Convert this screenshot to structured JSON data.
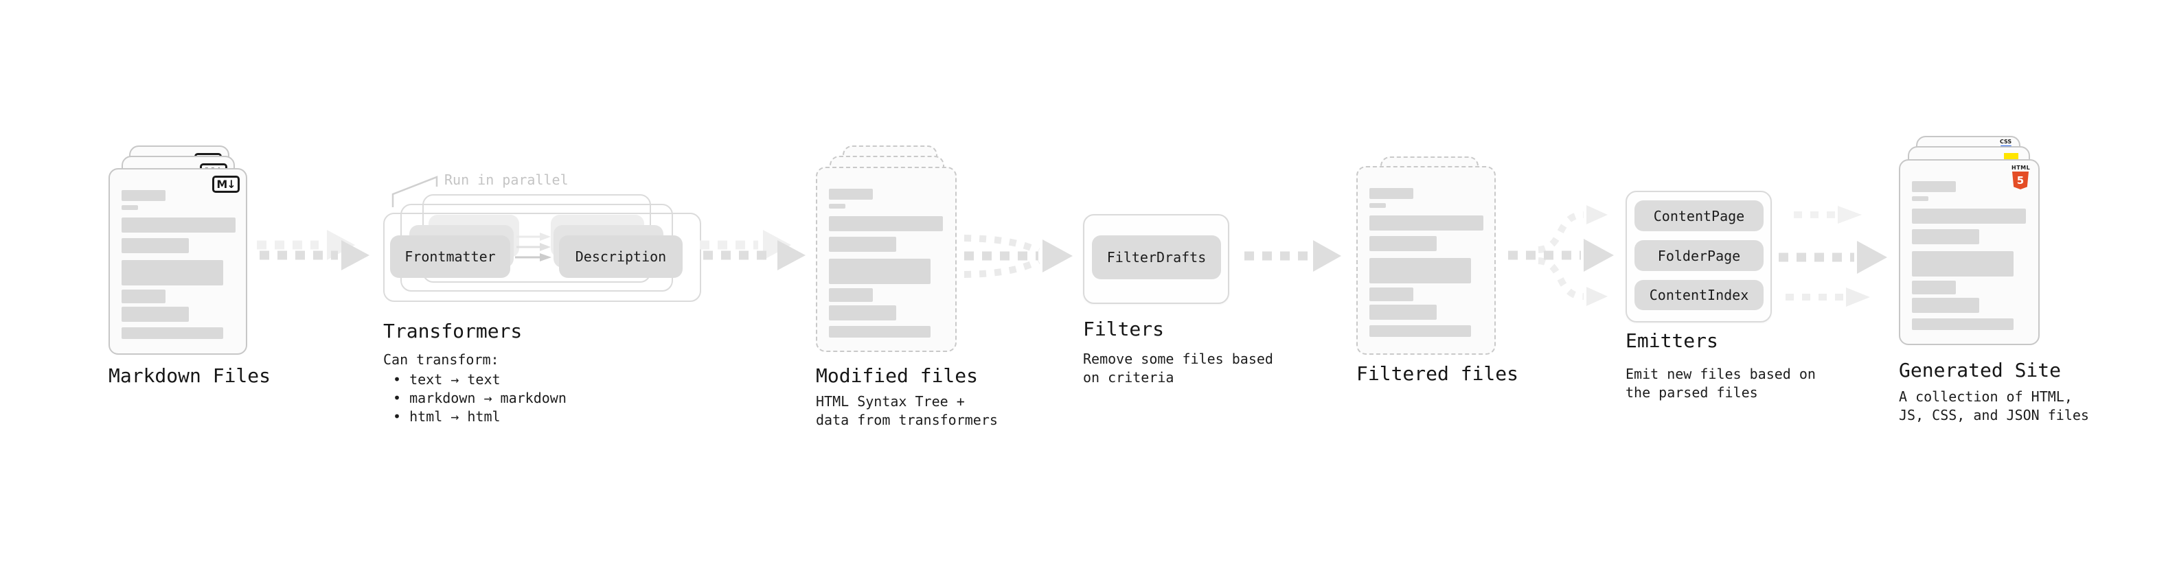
{
  "diagram": {
    "colors": {
      "text": "#1a1a1a",
      "muted_annotation": "#c4c4c4",
      "card_border": "#c9c9c9",
      "card_bg": "#fbfbfb",
      "skeleton_bar": "#d9d9d9",
      "pill_bg": "#dcdcdc",
      "box_border": "#dadada",
      "arrow": "#dedede",
      "arrow_faint": "#eeeeee",
      "html5_orange": "#e44d26",
      "js_yellow": "#ffe500",
      "css_blue": "#2563eb"
    },
    "stages": {
      "markdown_files": {
        "label": "Markdown Files",
        "badge": "M↓"
      },
      "transformers": {
        "label": "Transformers",
        "annotation": "Run in parallel",
        "pill_left": "Frontmatter",
        "pill_right": "Description",
        "caption_title": "Can transform:",
        "bullets": [
          "• text → text",
          "• markdown → markdown",
          "• html → html"
        ]
      },
      "modified_files": {
        "label": "Modified files",
        "caption_lines": [
          "HTML Syntax Tree +",
          "data from transformers"
        ]
      },
      "filters": {
        "label": "Filters",
        "pill": "FilterDrafts",
        "caption_lines": [
          "Remove some files based",
          "on criteria"
        ]
      },
      "filtered_files": {
        "label": "Filtered files"
      },
      "emitters": {
        "label": "Emitters",
        "pills": [
          "ContentPage",
          "FolderPage",
          "ContentIndex"
        ],
        "caption_lines": [
          "Emit new files based on",
          "the parsed files"
        ]
      },
      "generated_site": {
        "label": "Generated Site",
        "caption_lines": [
          "A collection of HTML,",
          "JS, CSS, and JSON files"
        ],
        "badges": {
          "html_word": "HTML",
          "html_number": "5",
          "css": "CSS"
        }
      }
    }
  }
}
